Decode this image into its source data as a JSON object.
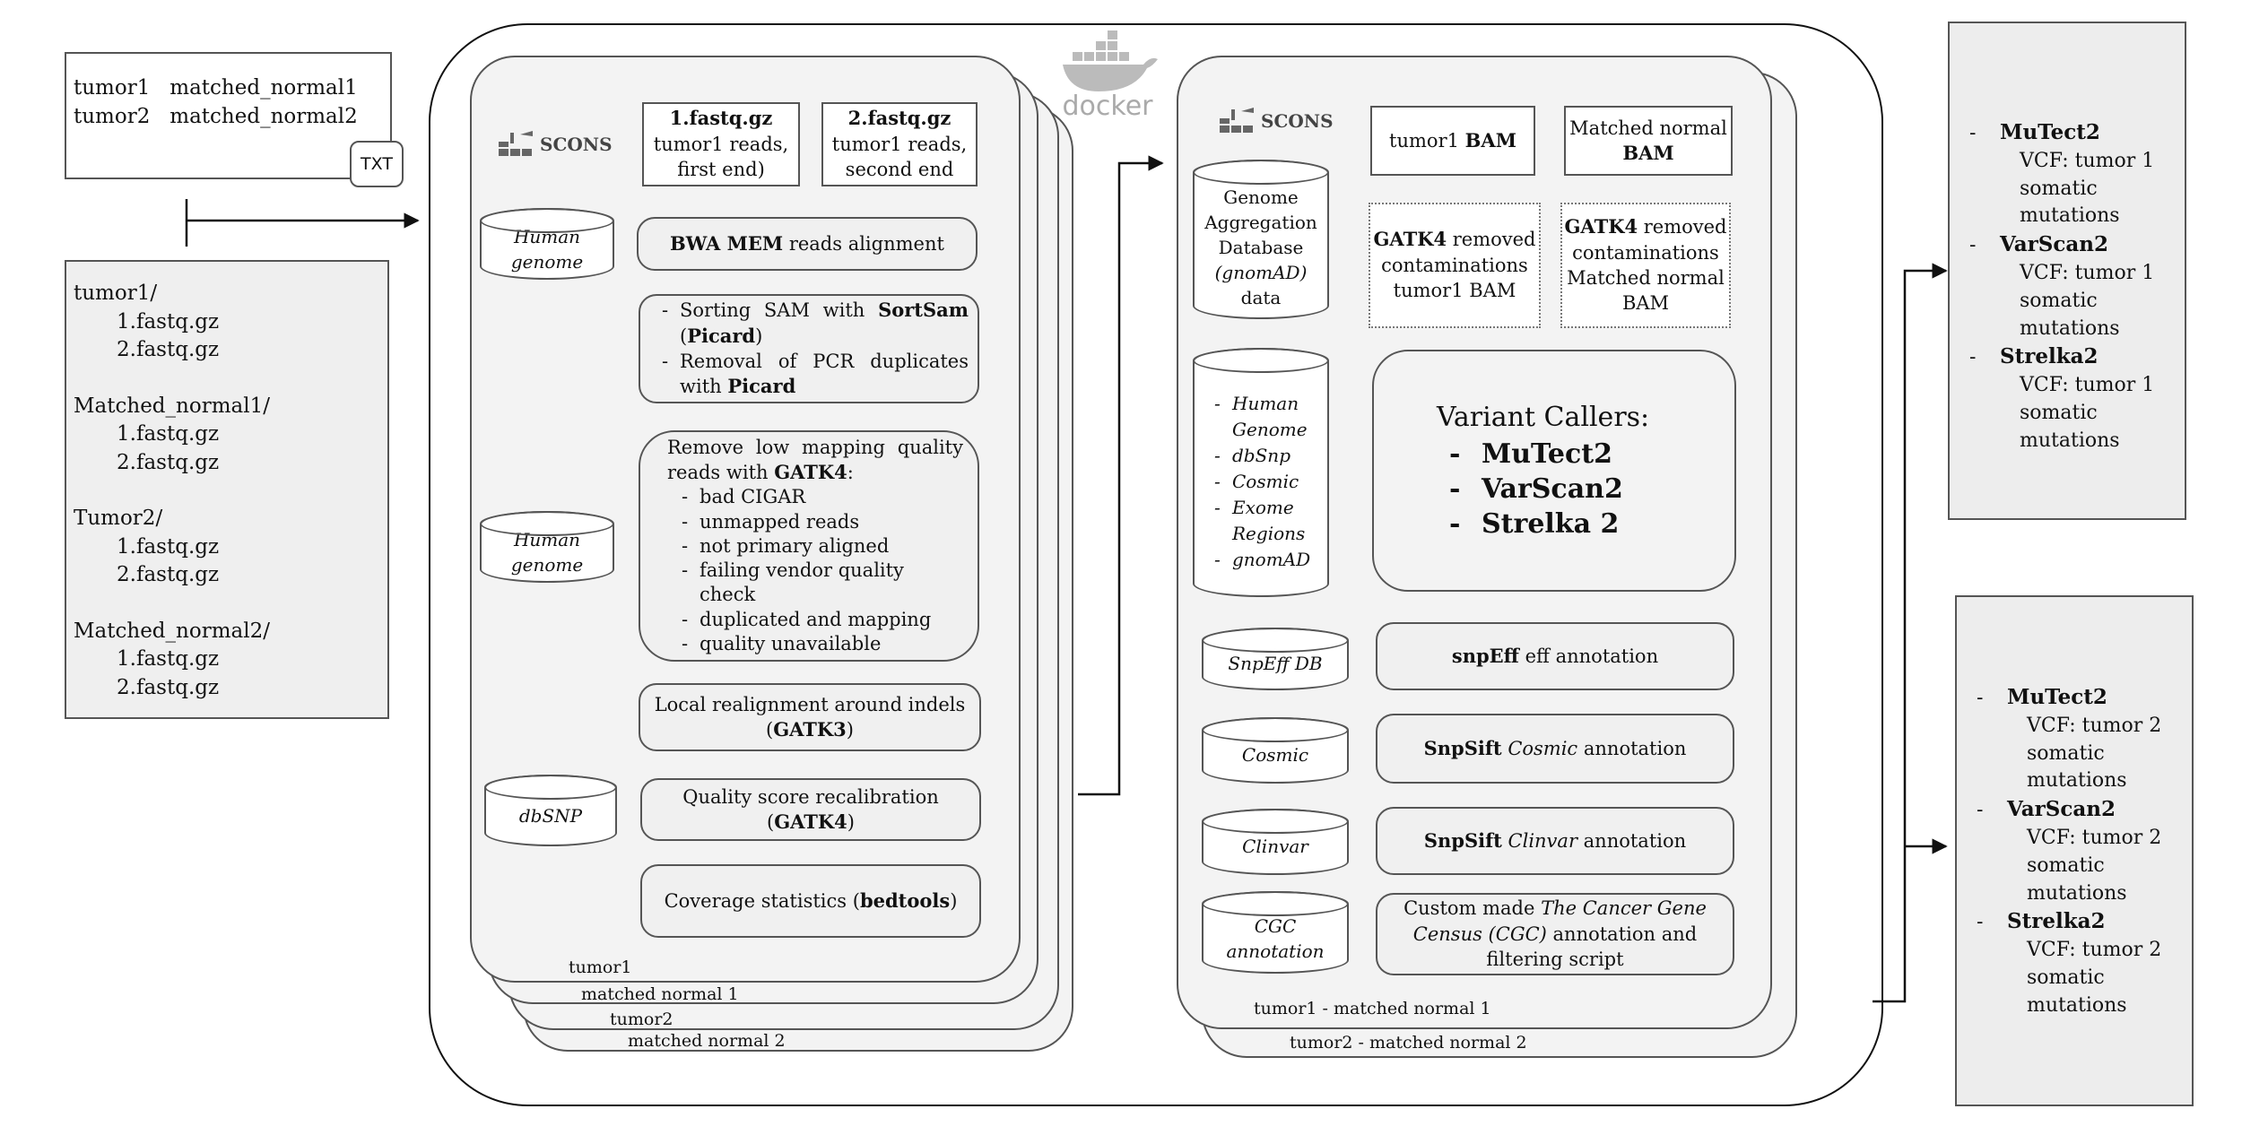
{
  "txt_file": {
    "line1": "tumor1   matched_normal1",
    "line2": "tumor2   matched_normal2",
    "badge": "TXT"
  },
  "folders": [
    "tumor1/",
    "1.fastq.gz",
    "2.fastq.gz",
    "Matched_normal1/",
    "1.fastq.gz",
    "2.fastq.gz",
    "Tumor2/",
    "1.fastq.gz",
    "2.fastq.gz",
    "Matched_normal2/",
    "1.fastq.gz",
    "2.fastq.gz"
  ],
  "docker_label": "docker",
  "scons_label": "SCONS",
  "left": {
    "fastq1_title": "1.fastq.gz",
    "fastq1_desc": "tumor1 reads, first end)",
    "fastq2_title": "2.fastq.gz",
    "fastq2_desc": "tumor1 reads, second end",
    "human_genome": "Human genome",
    "bwa_bold": "BWA MEM",
    "bwa_rest": " reads alignment",
    "sort_pre": "Sorting SAM with ",
    "sort_bold": "SortSam",
    "picard": "Picard",
    "dup_pre": "Removal of PCR duplicates with ",
    "low_pre": "Remove low mapping quality reads with ",
    "gatk4": "GATK4",
    "filters": [
      "bad CIGAR",
      "unmapped reads",
      "not primary aligned",
      "failing vendor quality check",
      "duplicated and mapping",
      "quality unavailable"
    ],
    "realign": "Local realignment around indels",
    "gatk3": "GATK3",
    "recal": "Quality score recalibration",
    "dbsnp": "dbSNP",
    "coverage_pre": "Coverage statistics (",
    "bedtools": "bedtools",
    "stack_labels": [
      "tumor1",
      "matched normal 1",
      "tumor2",
      "matched normal 2"
    ]
  },
  "right": {
    "tumor_bam_pre": "tumor1 ",
    "bam": "BAM",
    "matched_bam": "Matched normal",
    "gnomad": [
      "Genome",
      "Aggregation",
      "Database",
      "(gnomAD)",
      "data"
    ],
    "gatk_tumor_rest": " removed contaminations tumor1 BAM",
    "gatk_normal_rest": " removed contaminations Matched normal BAM",
    "dbs": [
      "Human Genome",
      "dbSnp",
      "Cosmic",
      "Exome Regions",
      "gnomAD"
    ],
    "callers_title": "Variant Callers:",
    "callers": [
      "MuTect2",
      "VarScan2",
      "Strelka 2"
    ],
    "snpeff_db": "SnpEff DB",
    "snpeff_bold": "snpEff",
    "snpeff_rest": " eff annotation",
    "cosmic": "Cosmic",
    "snpsift": "SnpSift",
    "annotation": " annotation",
    "clinvar": "Clinvar",
    "cgc_db": "CGC annotation",
    "cgc_pre": "Custom made ",
    "cgc_italic": "The Cancer Gene Census (CGC)",
    "cgc_rest": " annotation and filtering script",
    "stack_labels": [
      "tumor1 - matched normal 1",
      "tumor2 - matched normal 2"
    ]
  },
  "outputs": [
    {
      "items": [
        {
          "name": "MuTect2",
          "desc": "VCF: tumor 1 somatic mutations"
        },
        {
          "name": "VarScan2",
          "desc": "VCF: tumor 1 somatic mutations"
        },
        {
          "name": "Strelka2",
          "desc": "VCF: tumor 1 somatic mutations"
        }
      ]
    },
    {
      "items": [
        {
          "name": "MuTect2",
          "desc": "VCF: tumor 2 somatic mutations"
        },
        {
          "name": "VarScan2",
          "desc": "VCF: tumor 2 somatic mutations"
        },
        {
          "name": "Strelka2",
          "desc": "VCF: tumor 2 somatic mutations"
        }
      ]
    }
  ]
}
